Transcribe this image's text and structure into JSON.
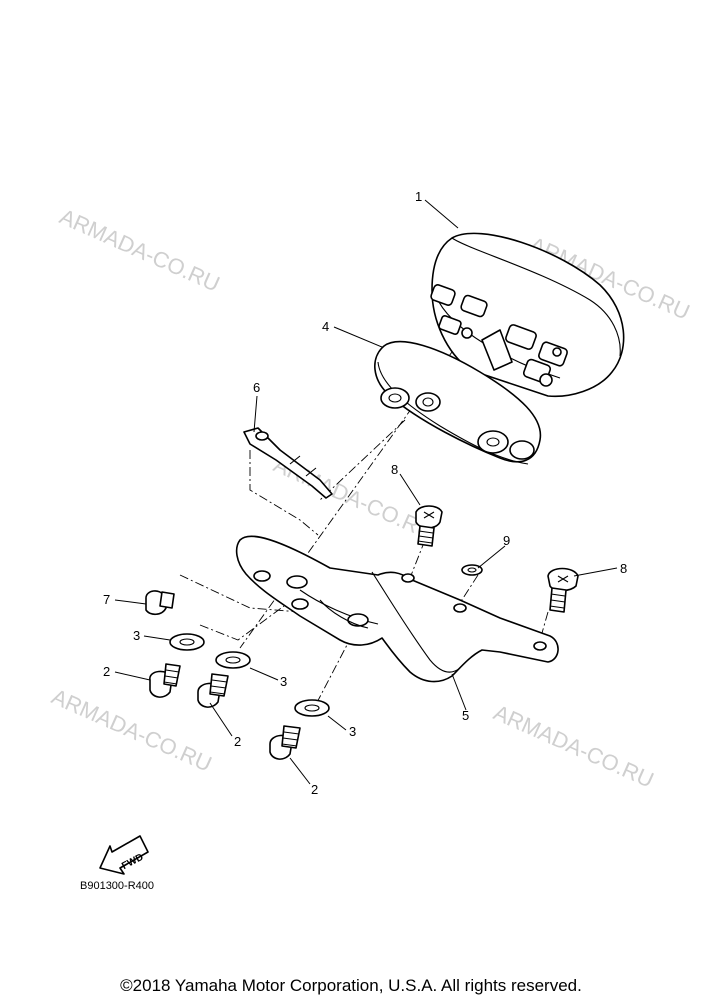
{
  "watermarks": [
    "ARMADA-CO.RU",
    "ARMADA-CO.RU",
    "ARMADA-CO.RU",
    "ARMADA-CO.RU",
    "ARMADA-CO.RU"
  ],
  "callouts": {
    "c1": "1",
    "c4": "4",
    "c6": "6",
    "c8a": "8",
    "c8b": "8",
    "c9": "9",
    "c7": "7",
    "c3a": "3",
    "c3b": "3",
    "c3c": "3",
    "c2a": "2",
    "c2b": "2",
    "c2c": "2",
    "c5": "5"
  },
  "fwd_label": "FWD",
  "diagram_code": "B901300-R400",
  "copyright": "©2018 Yamaha Motor Corporation, U.S.A. All rights reserved."
}
